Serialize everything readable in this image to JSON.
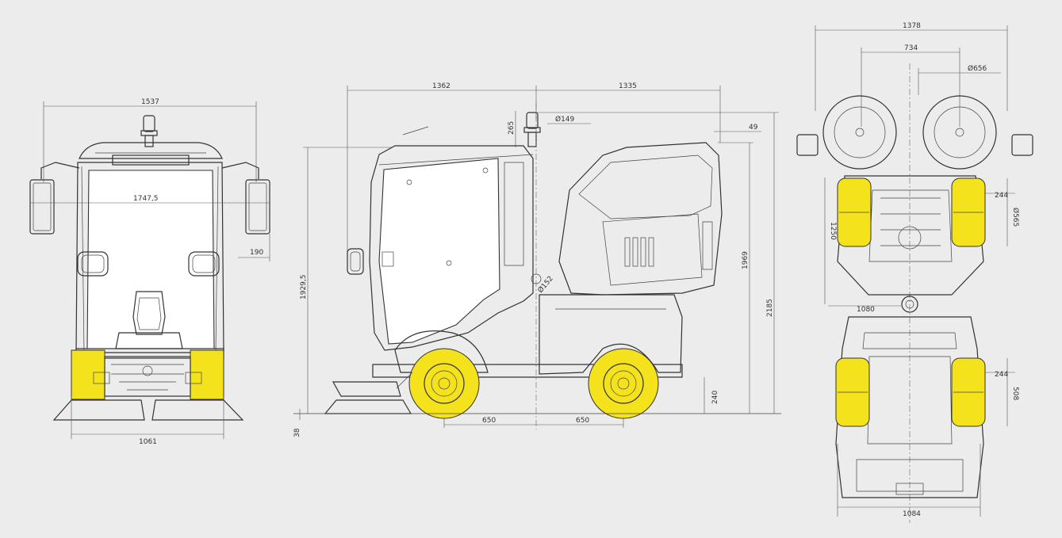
{
  "colors": {
    "background": "#ececec",
    "line": "#333333",
    "highlight_yellow": "#f3e21c"
  },
  "front_view": {
    "width_overall": "1537",
    "mirror_span": "1747,5",
    "mirror_offset": "190",
    "brush_span": "1061"
  },
  "side_view": {
    "front_section": "1362",
    "rear_section": "1335",
    "beacon_height": "265",
    "beacon_diameter": "Ø149",
    "rear_offset": "49",
    "cab_height": "1929,5",
    "body_height": "1969",
    "overall_height": "2185",
    "pivot_diameter": "Ø152",
    "front_wheel_to_pivot": "650",
    "pivot_to_rear_wheel": "650",
    "ground_clearance": "240",
    "brush_lift": "38"
  },
  "top_view": {
    "overall_width": "1378",
    "wheel_centers": "734",
    "wheel_diameter": "Ø656",
    "front_tire_width": "244",
    "front_tire_diameter": "Ø565",
    "front_length": "1250",
    "front_track": "1080",
    "rear_tire_width": "244",
    "rear_tire_diameter": "508",
    "rear_track": "1084"
  }
}
